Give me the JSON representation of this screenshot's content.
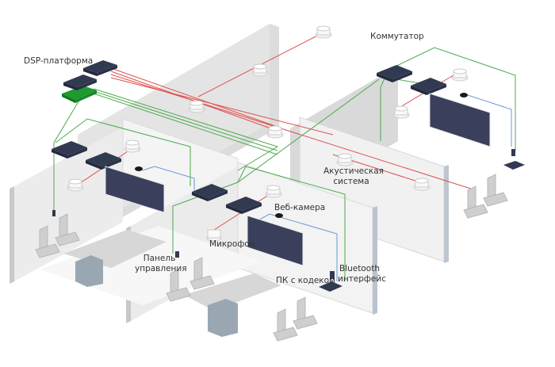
{
  "diagram": {
    "title": "",
    "colors": {
      "audio_line": "#e05050",
      "network_line": "#4caa4c",
      "usb_line": "#6a9ad8",
      "device": "#323a52",
      "dsp_card": "#1e9a2e",
      "wall": "#e6e6e6",
      "wall_side": "#cfcfcf",
      "screen": "#3a3f5c"
    },
    "labels": {
      "dsp_platform": "DSP-платформа",
      "switch": "Коммутатор",
      "speaker_system_line1": "Акустическая",
      "speaker_system_line2": "система",
      "webcam": "Веб-камера",
      "microphone": "Микрофон",
      "control_panel_line1": "Панель",
      "control_panel_line2": "управления",
      "pc_codec": "ПК с кодеком",
      "bluetooth_line1": "Bluetooth",
      "bluetooth_line2": "интерфейс"
    },
    "legend_semantics": {
      "red_lines": "audio",
      "green_lines": "network",
      "blue_lines": "usb"
    }
  }
}
